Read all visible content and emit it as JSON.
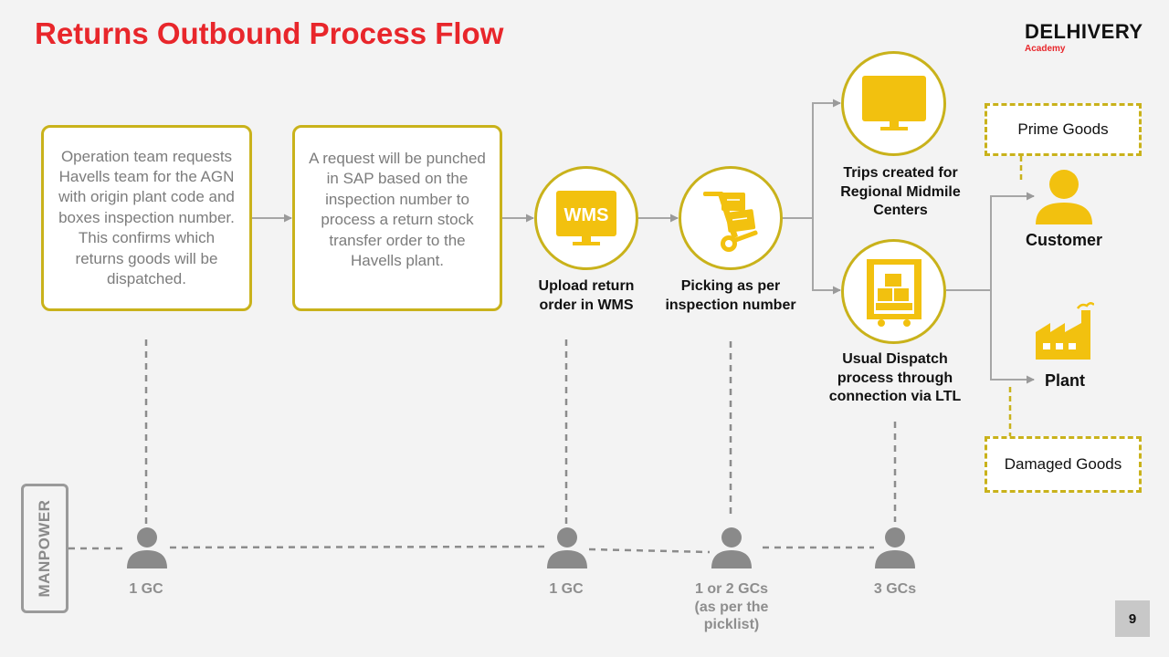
{
  "title": "Returns Outbound Process Flow",
  "logo": {
    "brand": "DELHIVERY",
    "sub": "Academy"
  },
  "colors": {
    "accent": "#e8262b",
    "gold": "#c9b21b",
    "icon_yellow": "#f2c10f",
    "gray": "#9a9a9a"
  },
  "steps": {
    "request": "Operation team requests Havells team for the AGN with origin plant code and boxes inspection number. This confirms which returns goods will be dispatched.",
    "sap": "A request will be punched in SAP based on the inspection number to process a return stock transfer order to the Havells plant.",
    "wms": {
      "icon_text": "WMS",
      "label_1": "Upload return",
      "label_2": "order in WMS"
    },
    "picking": {
      "label_1": "Picking as per",
      "label_2": "inspection number"
    },
    "trips": {
      "label_1": "Trips created for",
      "label_2": "Regional Midmile",
      "label_3": "Centers"
    },
    "dispatch": {
      "label_1": "Usual Dispatch",
      "label_2": "process through",
      "label_3": "connection via LTL"
    }
  },
  "destinations": {
    "prime": "Prime Goods",
    "customer": "Customer",
    "plant": "Plant",
    "damaged": "Damaged Goods"
  },
  "manpower": {
    "label": "MANPOWER",
    "items": [
      {
        "line_1": "1 GC"
      },
      {
        "line_1": "1 GC"
      },
      {
        "line_1": "1 or 2 GCs",
        "line_2": "(as per the",
        "line_3": "picklist)"
      },
      {
        "line_1": "3 GCs"
      }
    ]
  },
  "icons": [
    "monitor-icon",
    "wms-screen-icon",
    "hand-truck-icon",
    "truck-cargo-icon",
    "person-icon",
    "factory-icon"
  ],
  "page_number": "9"
}
